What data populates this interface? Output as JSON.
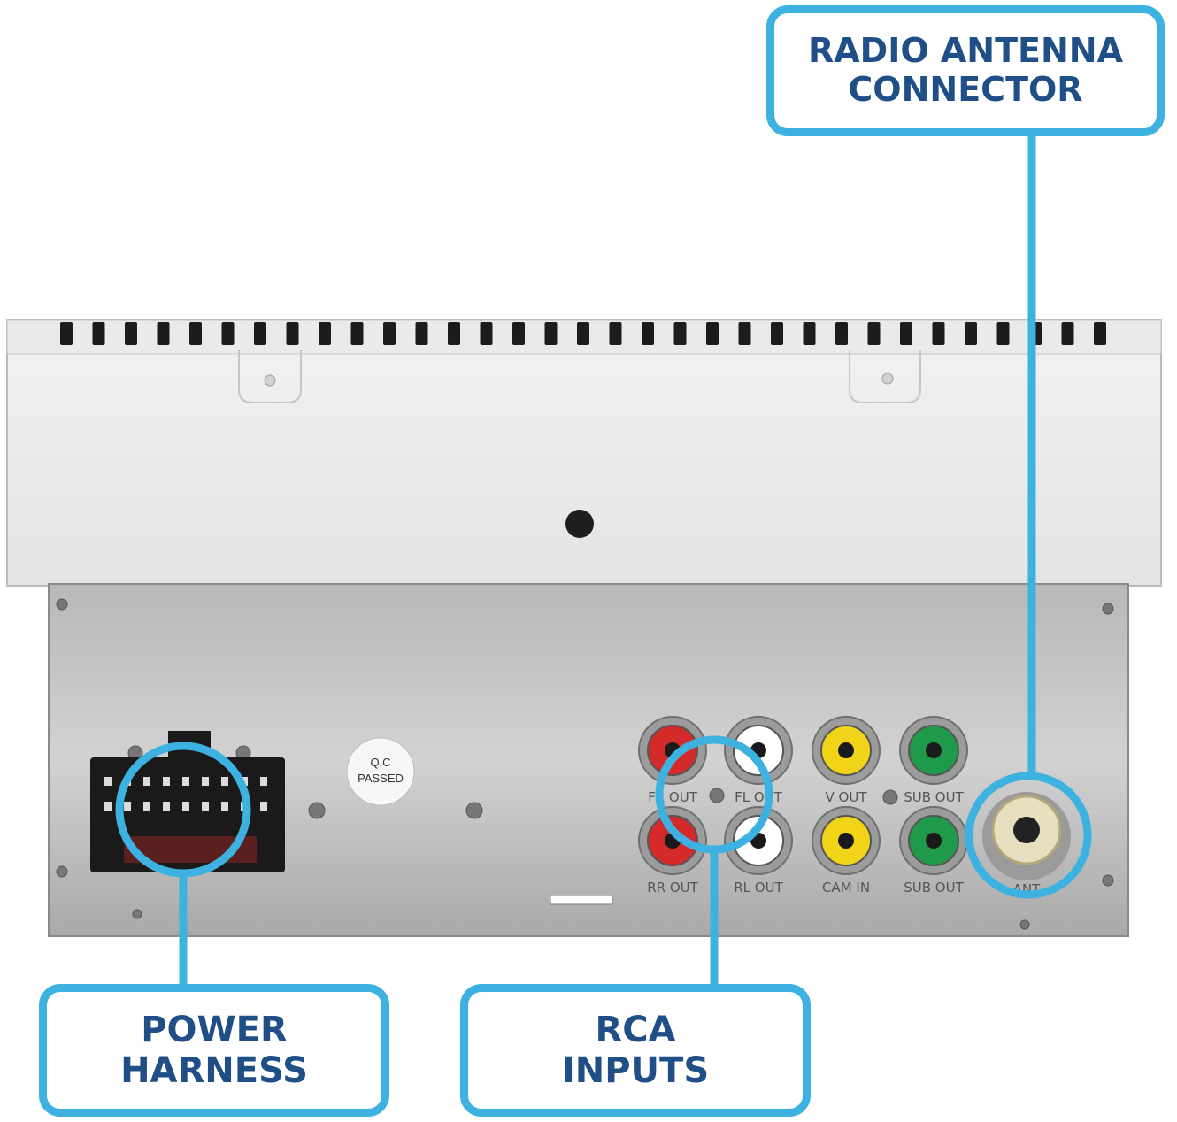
{
  "callouts": {
    "antenna": {
      "line1": "RADIO ANTENNA",
      "line2": "CONNECTOR"
    },
    "power": {
      "line1": "POWER",
      "line2": "HARNESS"
    },
    "rca": {
      "line1": "RCA",
      "line2": "INPUTS"
    }
  },
  "device": {
    "sticker": {
      "line1": "Q.C",
      "line2": "PASSED"
    },
    "jacks": [
      {
        "label": "FR OUT",
        "color": "#d42a2a"
      },
      {
        "label": "FL OUT",
        "color": "#ffffff"
      },
      {
        "label": "V OUT",
        "color": "#f1d417"
      },
      {
        "label": "SUB OUT",
        "color": "#1f9a4a"
      },
      {
        "label": "RR OUT",
        "color": "#d42a2a"
      },
      {
        "label": "RL OUT",
        "color": "#ffffff"
      },
      {
        "label": "CAM IN",
        "color": "#f1d417"
      },
      {
        "label": "SUB OUT",
        "color": "#1f9a4a"
      }
    ],
    "antenna_label": "ANT"
  },
  "colors": {
    "accent": "#3db2e0",
    "callout_text": "#1f4f86"
  }
}
